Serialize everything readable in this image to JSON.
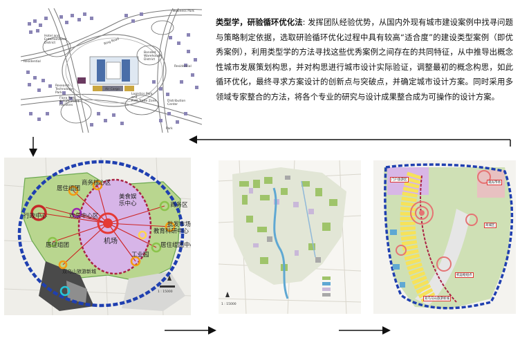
{
  "description": {
    "heading": "类型学，研验循环优化法",
    "body": ": 发挥团队经验优势，从国内外现有城市建设案例中找寻问题与策略制定依据，选取研验循环优化过程中具有较高“适合度”的建设类型案例（即优秀案例），利用类型学的方法寻找这些优秀案例之间存在的共同特征，从中推导出概念性城市发展策划构思，并对构思进行城市设计实际验证，调整最初的概念构思，如此循环优化，最终寻求方案设计的创新点与突破点，并确定城市设计方案。同时采用多领域专家整合的方法，将各个专业的研究与设计成果整合成为可操作的设计方案。"
  },
  "diagram1": {
    "labels": {
      "business_park": "Business Park",
      "hotel": "Hotel and\nEntertainment\nDistrict",
      "residential_left": "Residential",
      "residential_right": "Residential",
      "research": "Research\nTechnology\nPark",
      "flora": "Flora Park\n& Fulfillment\nFacilities",
      "ring_road": "Ring Road",
      "bonded": "Bonded\nWarehouse\nDistrict",
      "logistics": "Logistics Park\nand\nFree Trade Zone",
      "air_cargo": "Air Cargo",
      "distribution": "Distribution\nCenter",
      "park": "Park"
    }
  },
  "concept_map": {
    "labels": {
      "jvzhu_top": "居住组团",
      "shangwu_left": "商务核心区",
      "meishi": "美食娱\n乐中心",
      "shangwu_right": "商务区",
      "xingzheng": "行政中心",
      "guoji": "欢乐中心区",
      "pifa": "批发市场",
      "jiaoyu": "教育科研中心",
      "jichang": "机场",
      "jvzhu_bottom": "居住组团",
      "juzhu_center": "居住组团中心",
      "gongye": "工业园",
      "lvyou": "双乌山旅游新城"
    },
    "scale": "1 : 15000"
  },
  "plan_map": {
    "scale": "1 : 15000"
  },
  "final_map": {
    "tags": {
      "menhu": "门户旅游区",
      "guanguang": "观光市场",
      "shangye": "商城区",
      "jiyun": "机运枢纽点",
      "lvyou": "双乌马山旅游新城"
    }
  }
}
